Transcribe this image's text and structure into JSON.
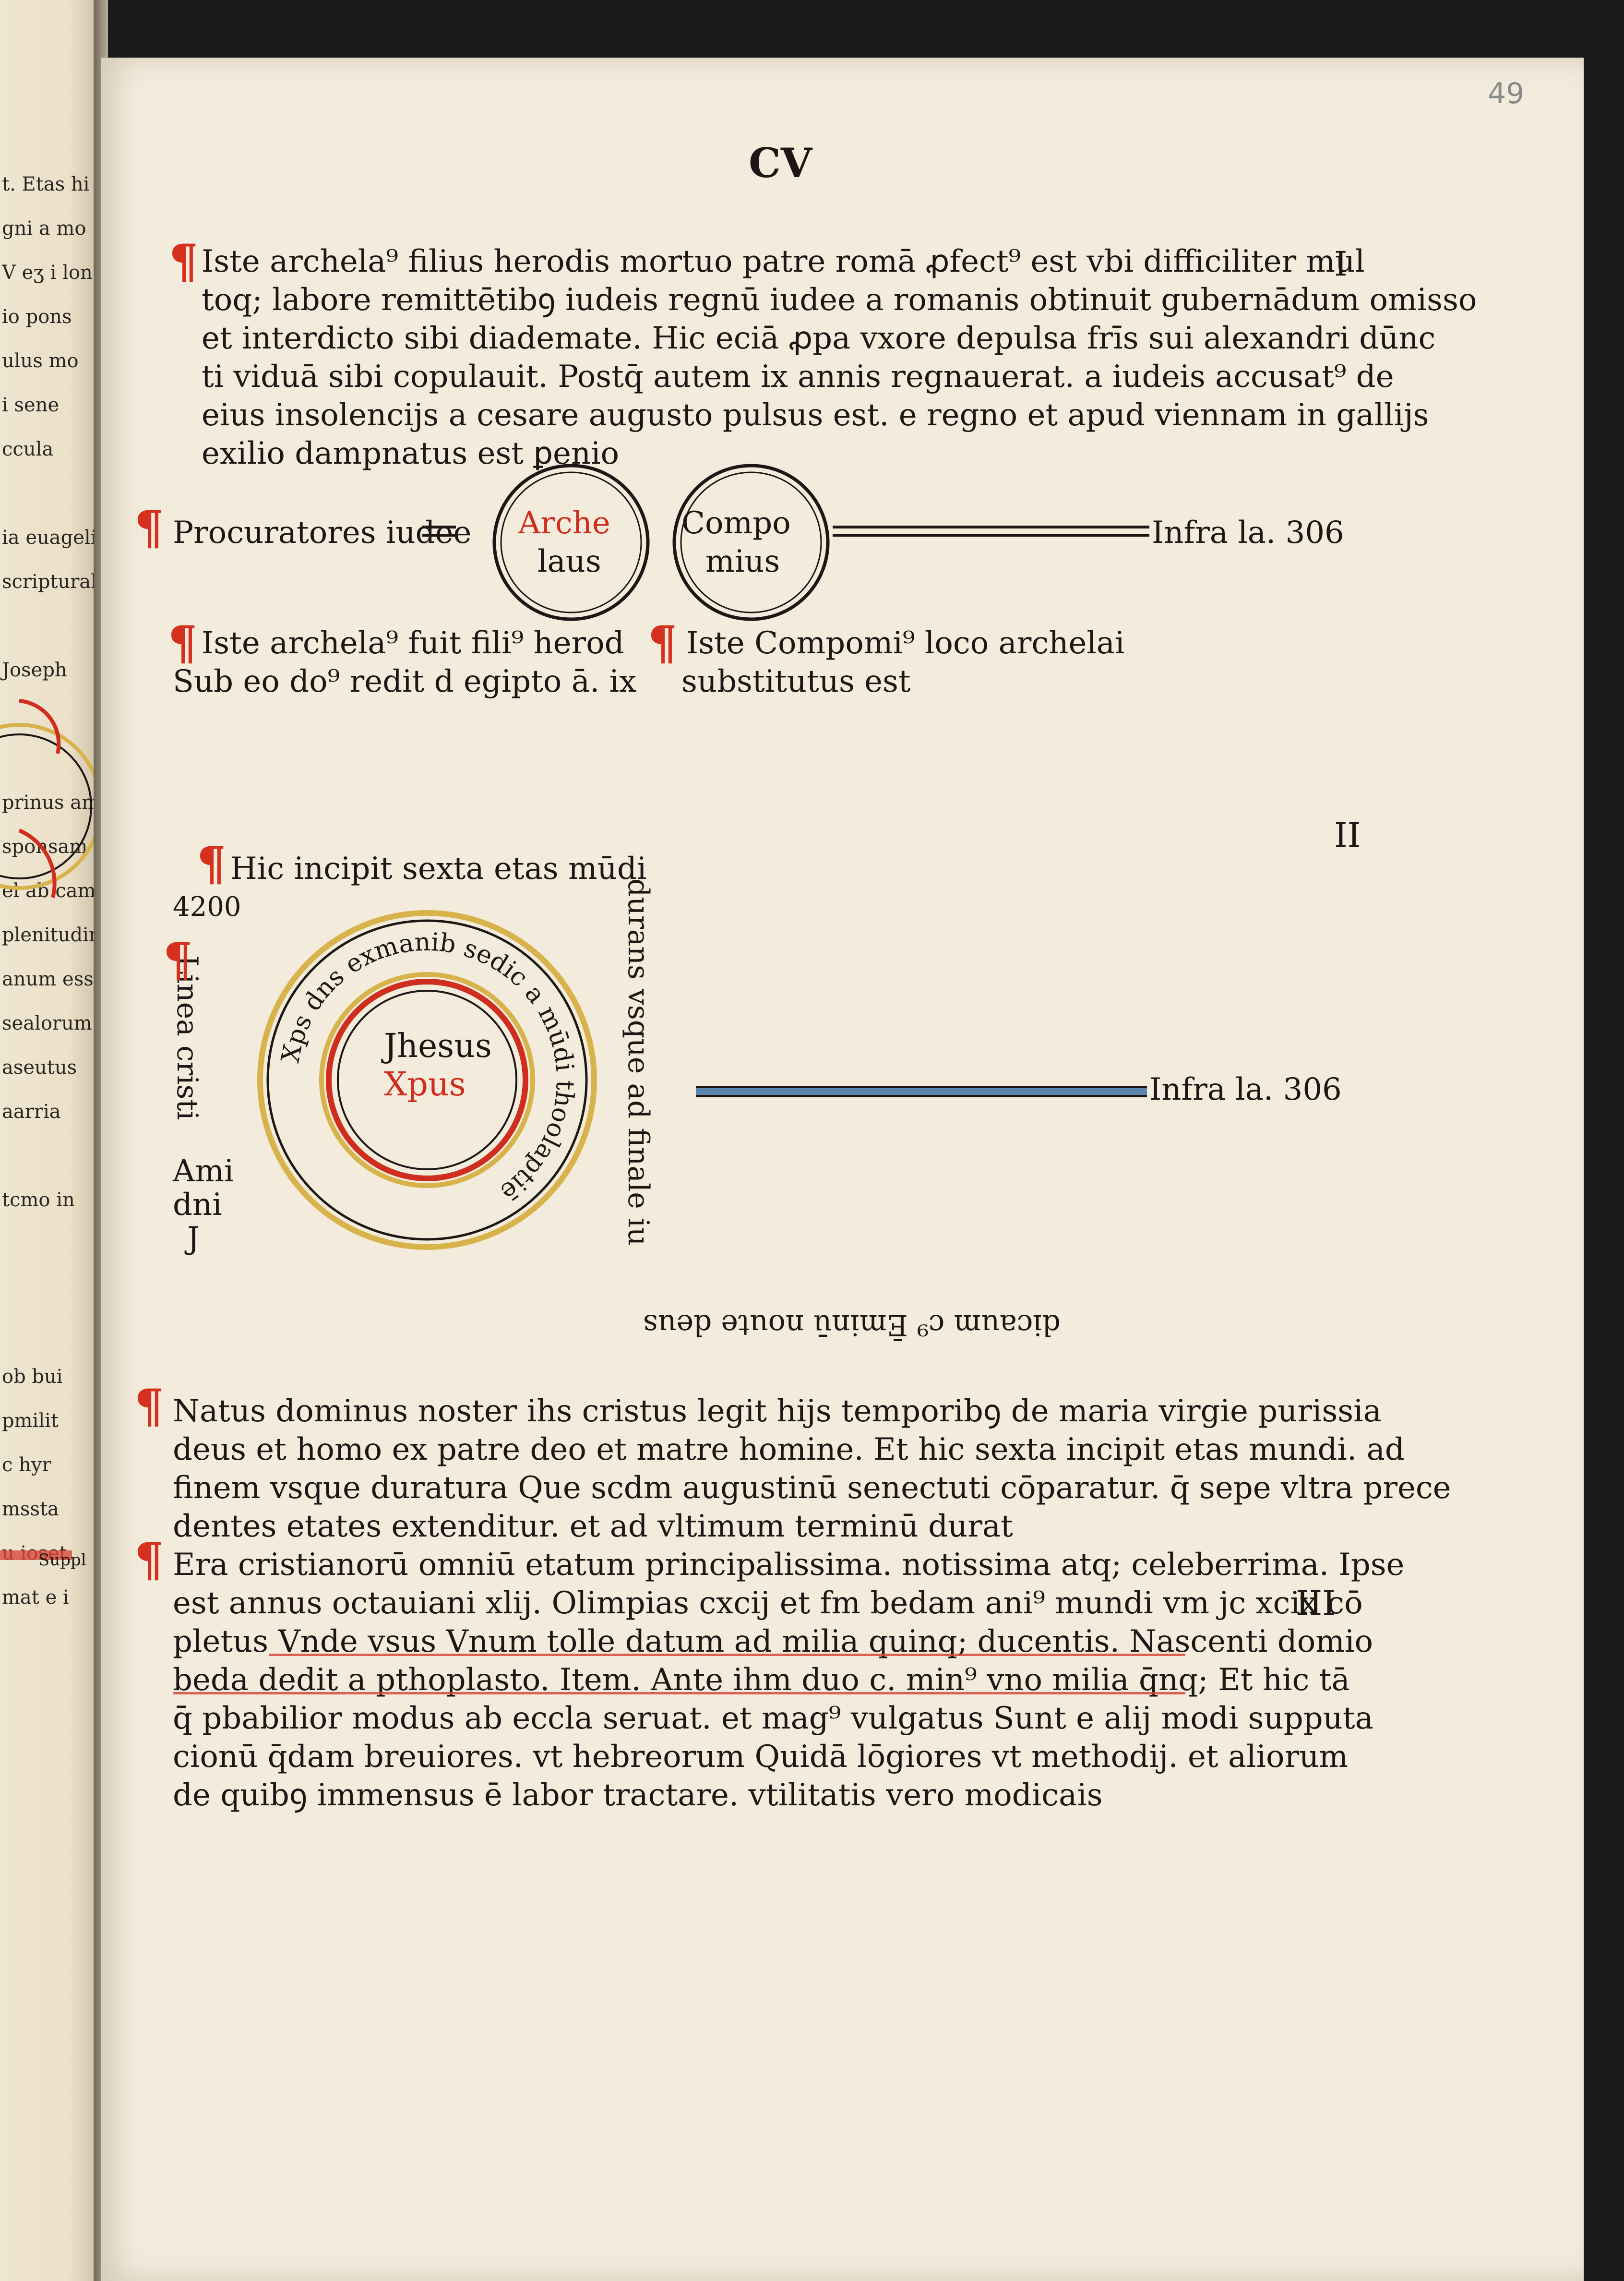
{
  "left_page": {
    "lines": [
      "t. Etas hi",
      "gni a mo",
      "V eʒ i lon",
      "io pons",
      "ulus mo",
      "i sene",
      "ccula",
      "",
      "ia euagelia",
      "scripturali",
      "",
      "Joseph",
      "",
      "",
      "prinus am",
      "sponsam",
      "el ab cam",
      "plenitudini",
      "anum esse",
      "sealorum",
      "aseutus",
      "aarria",
      "",
      "tcmo in",
      "",
      "",
      "",
      "ob bui",
      "pmilit",
      "c hyr",
      "mssta",
      "u ioset",
      "mat e i"
    ],
    "note": "Suppl"
  },
  "page_number_handwritten": "49",
  "header_roman": "CV",
  "sections": [
    {
      "marker": "I",
      "lines": [
        "Iste archela⁹ filius herodis mortuo patre romā ꝓfect⁹ est vbi difficiliter mul",
        "toq; labore remittētibꝯ iudeis regnū iudee a romanis obtinuit gubernādum omisso",
        "et interdicto sibi diademate. Hic eciā ꝓpa vxore depulsa frīs sui alexandri dūnc",
        "ti viduā sibi copulauit. Postq̄ autem ix annis regnauerat. a iudeis accusat⁹ de",
        "eius insolencijs a cesare augusto pulsus est. e regno et apud viennam in gallijs",
        "exilio dampnatus est ꝑenio"
      ]
    }
  ],
  "procurators_label": "Procuratores iudee",
  "circle_archelaus": [
    "Arche",
    "laus"
  ],
  "circle_compomius": [
    "Compo",
    "mius"
  ],
  "infra_1": "Infra la. 306",
  "note_archelaus": [
    "Iste archela⁹ fuit fili⁹ herod",
    "Sub eo do⁹ redit d egipto ā. ix"
  ],
  "note_compomius": [
    "Iste Compomi⁹ loco archelai",
    "substitutus est"
  ],
  "marker_2": "II",
  "sexta_etas": "Hic incipit sexta etas mūdi",
  "year_4200": "4200",
  "linea_christi": "Linea cristi",
  "anni_domini": [
    "Ami",
    "dni",
    "J"
  ],
  "circle_jesus": [
    "Jhesus",
    "Xpus"
  ],
  "ring_text": "Xps dns exmanib sedic a mūdi thoolaptiē",
  "vertical_right": "durans vsque ad finale iu",
  "bottom_upside": "dicaum c⁹ Ēminū noute deus",
  "infra_2": "Infra la. 306",
  "paragraph_1": [
    "Natus dominus noster ihs cristus legit hijs temporibꝯ de maria virgie purissia",
    "deus et homo ex patre deo et matre homine. Et hic sexta incipit etas mundi. ad",
    "finem vsque duratura Que scdm augustinū senectuti cōparatur. q̄ sepe vltra prece",
    "dentes etates extenditur. et ad vltimum terminū durat"
  ],
  "marker_3": "III",
  "paragraph_2": [
    "Era cristianorū omniū etatum principalissima. notissima atq; celeberrima. Ipse",
    "est annus octauiani xlij. Olimpias cxcij et fm bedam ani⁹ mundi vm jc xcix cō",
    "pletus Vnde vsus Vnum tolle datum ad milia quinq; ducentis. Nascenti domio",
    "beda dedit a pthoplasto. Item. Ante ihm duo c. min⁹ vno milia q̄nq; Et hic tā",
    "q̄ pbabilior modus ab eccla seruat. et mag⁹ vulgatus Sunt e alij modi supputa",
    "cionū q̄dam breuiores. vt hebreorum Quidā lōgiores vt methodij. et aliorum",
    "de quibꝯ immensus ē labor tractare. vtilitatis vero modicais"
  ],
  "colors": {
    "paper": "#f3ecdd",
    "ink": "#1c1714",
    "rubric": "#cf2d1d",
    "blue": "#5a86ad",
    "ochre": "#d8b24a"
  }
}
